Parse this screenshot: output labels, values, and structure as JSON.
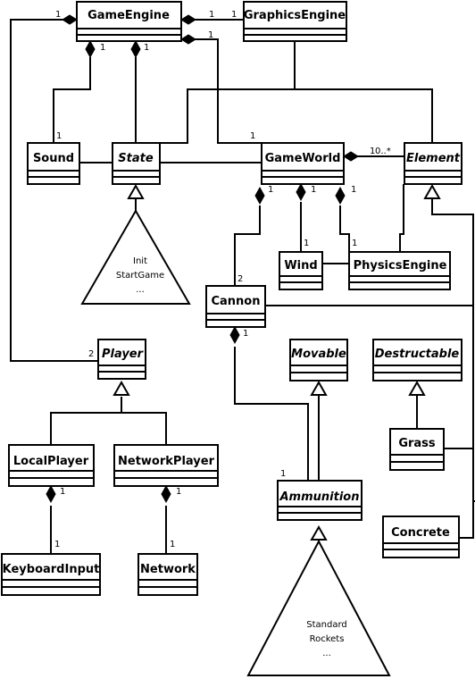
{
  "classes": {
    "game_engine": "GameEngine",
    "graphics_engine": "GraphicsEngine",
    "sound": "Sound",
    "state": "State",
    "game_world": "GameWorld",
    "element": "Element",
    "wind": "Wind",
    "physics_engine": "PhysicsEngine",
    "cannon": "Cannon",
    "player": "Player",
    "movable": "Movable",
    "destructable": "Destructable",
    "local_player": "LocalPlayer",
    "network_player": "NetworkPlayer",
    "grass": "Grass",
    "ammunition": "Ammunition",
    "keyboard_input": "KeyboardInput",
    "network": "Network",
    "concrete": "Concrete"
  },
  "state_subtypes": [
    "Init",
    "StartGame",
    "..."
  ],
  "ammunition_subtypes": [
    "Standard",
    "Rockets",
    "..."
  ],
  "multiplicities": {
    "ge_player_end": "1",
    "ge_gfx_left": "1",
    "ge_gfx_right": "1",
    "ge_sound": "1",
    "ge_state": "1",
    "ge_world_top": "1",
    "sound_end": "1",
    "world_end": "1",
    "world_element_left": "1",
    "world_element_right": "0..*",
    "world_cannon": "1",
    "world_wind": "1",
    "world_physics": "1",
    "wind_end": "1",
    "physics_end": "1",
    "cannon_end": "2",
    "cannon_ammo": "1",
    "player_end": "2",
    "ammo_end": "1",
    "local_comp": "1",
    "keyboard_end": "1",
    "network_comp": "1",
    "network_end": "1"
  }
}
